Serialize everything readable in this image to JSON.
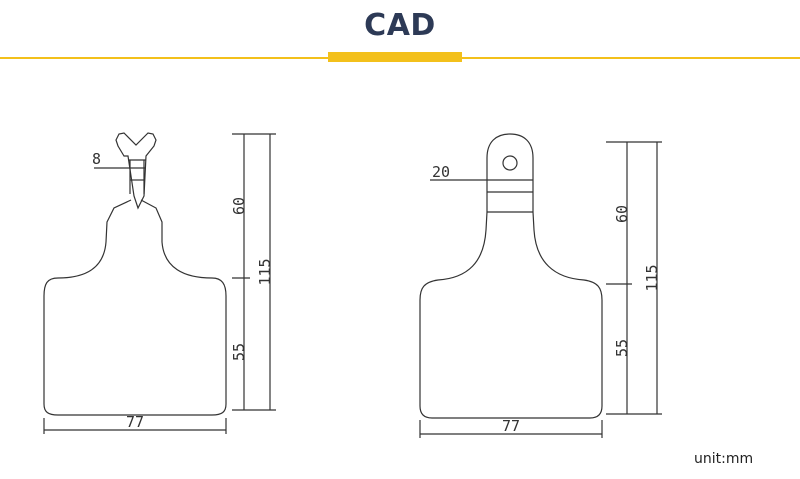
{
  "title": "CAD",
  "unit_note": "unit:mm",
  "colors": {
    "accent": "#f3c01b",
    "title": "#2d3a56",
    "line": "#333333"
  },
  "left_tag": {
    "neck_width": "8",
    "neck_height": "60",
    "total_height": "115",
    "body_height": "55",
    "width": "77"
  },
  "right_tag": {
    "neck_width": "20",
    "neck_height": "60",
    "total_height": "115",
    "body_height": "55",
    "width": "77"
  }
}
